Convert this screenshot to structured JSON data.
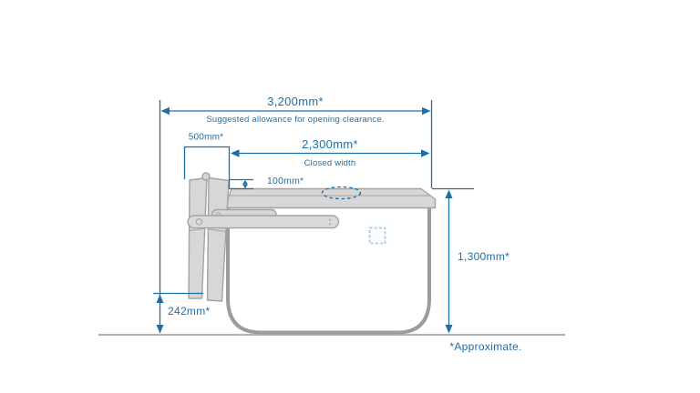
{
  "diagram": {
    "type": "technical-dimension-drawing",
    "subject": "folding-gate-side-elevation",
    "dimensions": {
      "overall": {
        "value": "3,200mm*",
        "note": "Suggested allowance for opening clearance."
      },
      "closed": {
        "value": "2,300mm*",
        "note": "Closed width"
      },
      "fold_depth": {
        "value": "500mm*"
      },
      "rail_offset": {
        "value": "100mm*"
      },
      "height": {
        "value": "1,300mm*"
      },
      "clearance": {
        "value": "242mm*"
      }
    },
    "footnote": "*Approximate.",
    "colors": {
      "dimension_blue": "#1d6fa8",
      "marker_light_blue": "#9fc1dc",
      "metal_fill_gray": "#d7d7d7",
      "outline_gray": "#a3a3a3",
      "body_outline_gray": "#9c9c9c",
      "ground_gray": "#b3b3b3",
      "background": "#ffffff"
    }
  }
}
